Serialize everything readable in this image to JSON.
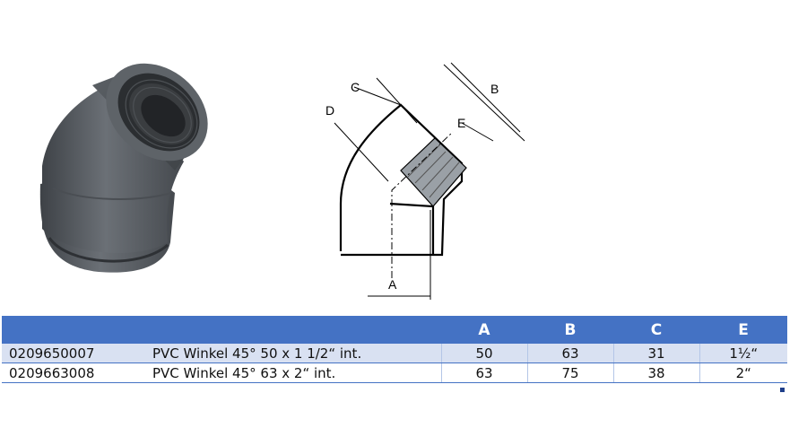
{
  "drawing": {
    "labels": {
      "a": "A",
      "b": "B",
      "c": "C",
      "d": "D",
      "e": "E"
    }
  },
  "table": {
    "headers": [
      "",
      "",
      "A",
      "B",
      "C",
      "E"
    ],
    "rows": [
      {
        "code": "0209650007",
        "desc": "PVC Winkel 45° 50 x 1 1/2“ int.",
        "a": "50",
        "b": "63",
        "c": "31",
        "e": "1½“"
      },
      {
        "code": "0209663008",
        "desc": "PVC Winkel 45° 63 x 2“ int.",
        "a": "63",
        "b": "75",
        "c": "38",
        "e": "2“"
      }
    ]
  },
  "colors": {
    "header": "#4472c4",
    "band": "#d9e1f2",
    "pipe": "#55595e"
  }
}
